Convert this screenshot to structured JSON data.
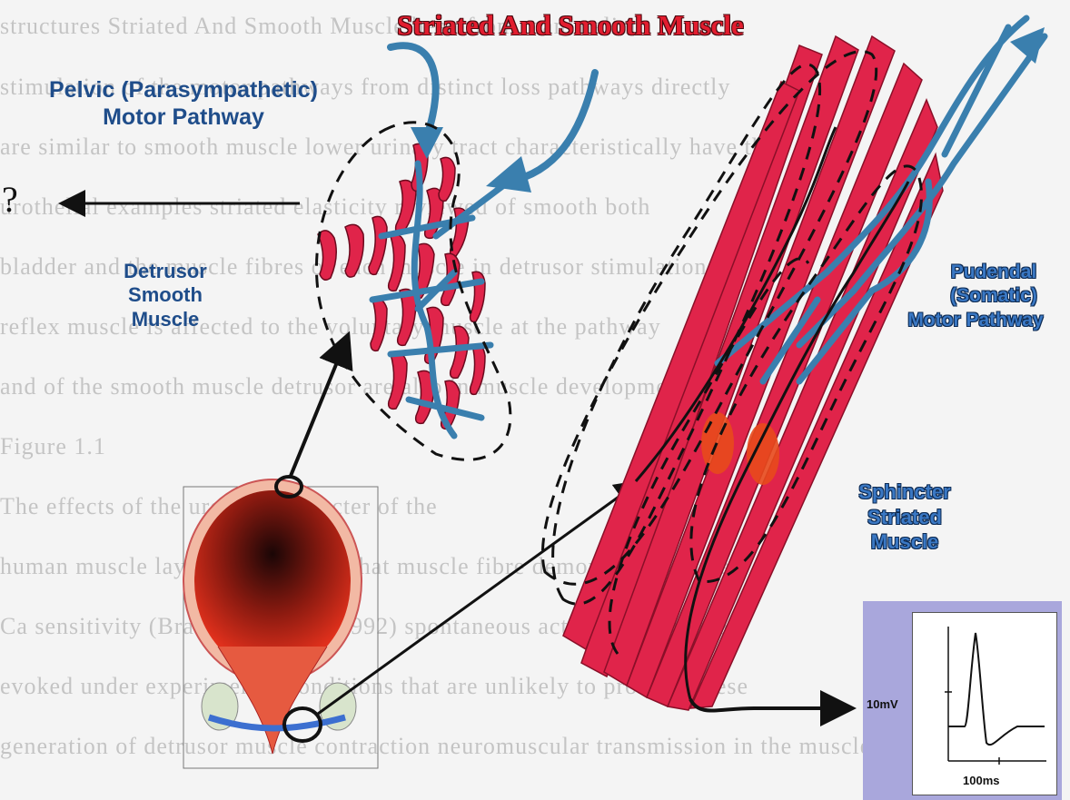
{
  "title": "Striated And Smooth Muscle",
  "labels": {
    "pelvic": [
      "Pelvic (Parasympathetic)",
      "Motor Pathway"
    ],
    "question": "?",
    "detrusor": [
      "Detrusor",
      "Smooth",
      "Muscle"
    ],
    "pudendal": [
      "Pudendal",
      "(Somatic)",
      "Motor Pathway"
    ],
    "sphincter": [
      "Sphincter",
      "Striated",
      "Muscle"
    ]
  },
  "trace": {
    "voltage_scale": "10mV",
    "time_scale": "100ms"
  },
  "colors": {
    "muscle": "#e0244a",
    "nerve": "#3a7fae",
    "title": "#e21d2f",
    "label": "#1f4d8a",
    "inset_bg": "#a9a7dc"
  },
  "background_text": [
    "        structures    Striated  And  Smooth  Muscle    been  from  mammalian",
    "       stimulation  of  the  motor  pathways  from  distinct  loss  pathways  directly",
    "       are  similar  to  smooth  muscle  lower  urinary  tract  characteristically  have  the",
    "       urothelial   examples   striated   elasticity   reviewed   of   smooth   both",
    "       bladder  and  the   muscle  fibres  of   each  muscle   in  detrusor   stimulation",
    "       reflex   muscle  is   affected  to  the  voluntary  muscle   at  the   pathway",
    "       and  of  the  smooth  muscle  detrusor  are  also  in  muscle   development  and",
    "       Figure  1.1                                                             ",
    "              The  effects  of  the  urethral  sphincter                 of  the",
    "       human  muscle  layer  and  suggests  that  muscle  fibre  demonstrated  some",
    "       Ca    sensitivity  (Brading  and  Fry,  1992)  spontaneous   action  potentials  be",
    "       evoked   under   experimental   conditions   that   are   unlikely   to   promote   these",
    "       generation   of   detrusor   muscle   contraction   neuromuscular   transmission  in  the   muscle"
  ]
}
